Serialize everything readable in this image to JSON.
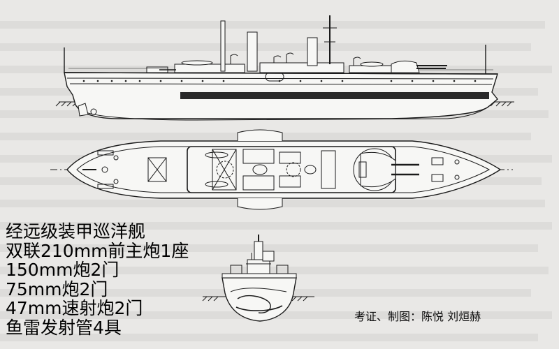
{
  "spec_lines": [
    "经远级装甲巡洋舰",
    "双联210mm前主炮1座",
    "150mm炮2门",
    "75mm炮2门",
    "47mm速射炮2门",
    "鱼雷发射管4具"
  ],
  "credit": "考证、制图：陈悦   刘烜赫",
  "colors": {
    "paper": "#e9e8e6",
    "line": "#1a1a1a",
    "belt": "#2a2a2a",
    "hull_fill": "#f7f7f5"
  }
}
